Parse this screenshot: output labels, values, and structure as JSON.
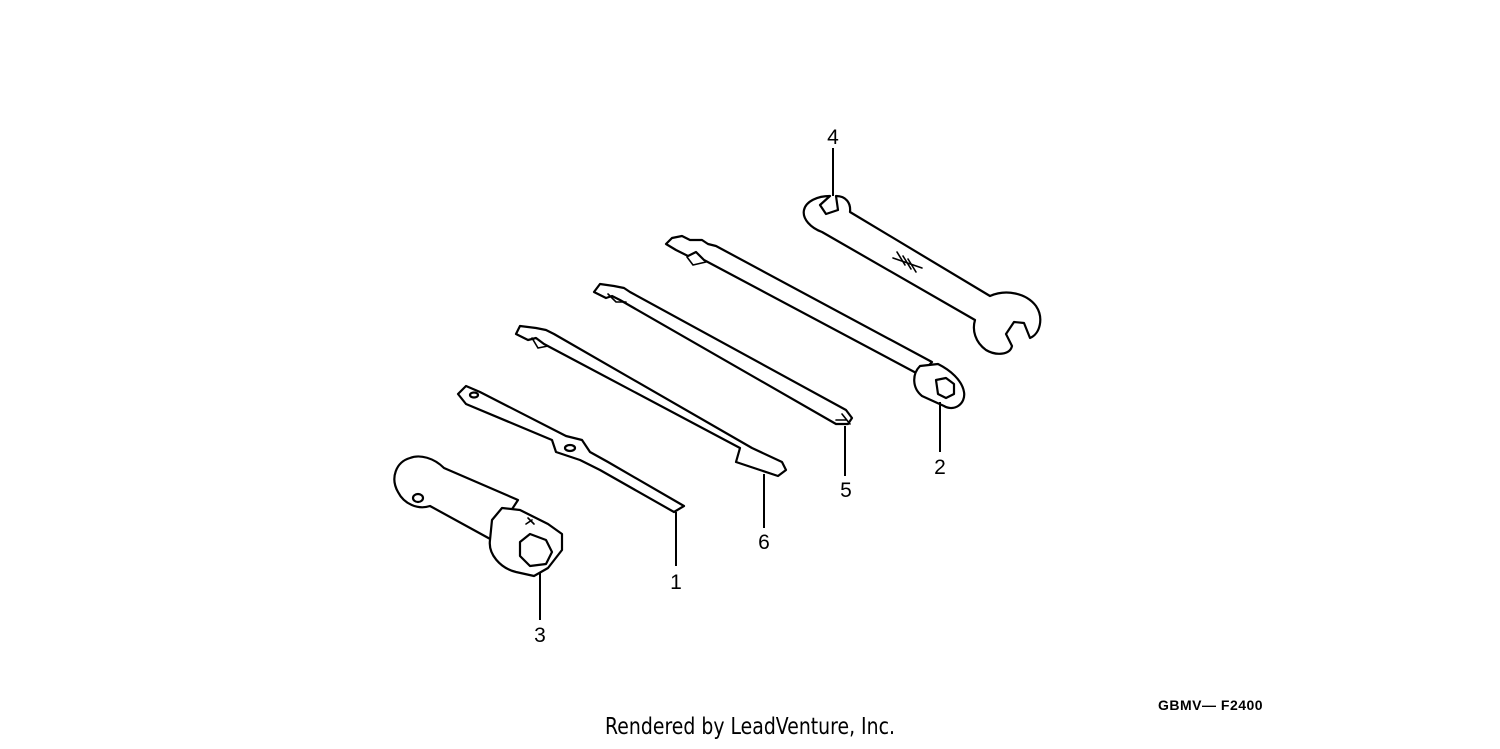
{
  "diagram": {
    "code": "GBMV— F2400",
    "credit": "Rendered by LeadVenture, Inc."
  },
  "callouts": [
    {
      "id": "1",
      "label": "1"
    },
    {
      "id": "2",
      "label": "2"
    },
    {
      "id": "3",
      "label": "3"
    },
    {
      "id": "4",
      "label": "4"
    },
    {
      "id": "5",
      "label": "5"
    },
    {
      "id": "6",
      "label": "6"
    }
  ]
}
